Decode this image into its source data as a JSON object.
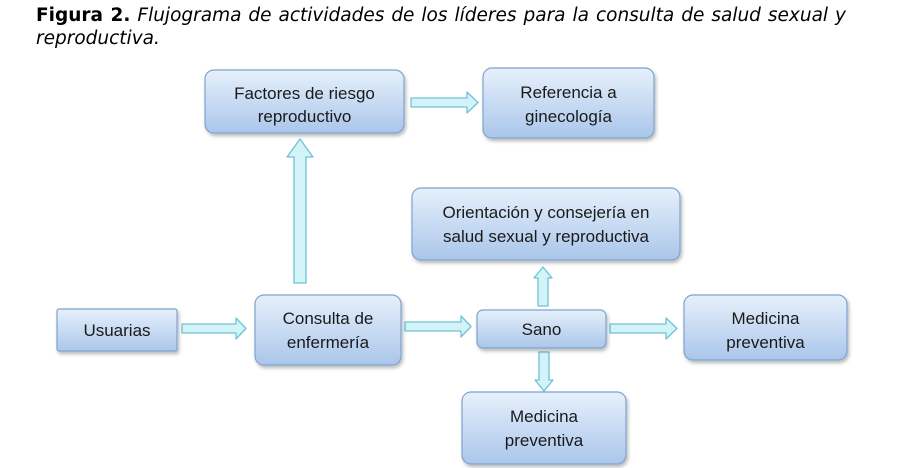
{
  "caption": {
    "label": "Figura 2.",
    "text": "Flujograma de actividades de los líderes para la consulta de salud sexual y reproductiva."
  },
  "nodes": {
    "factores": {
      "line1": "Factores de riesgo",
      "line2": "reproductivo"
    },
    "referencia": {
      "line1": "Referencia a",
      "line2": "ginecología"
    },
    "orientacion": {
      "line1": "Orientación y consejería en",
      "line2": "salud sexual y reproductiva"
    },
    "usuarias": {
      "line1": "Usuarias"
    },
    "consulta": {
      "line1": "Consulta de",
      "line2": "enfermería"
    },
    "sano": {
      "line1": "Sano"
    },
    "medicina_right": {
      "line1": "Medicina",
      "line2": "preventiva"
    },
    "medicina_bottom": {
      "line1": "Medicina",
      "line2": "preventiva"
    }
  },
  "colors": {
    "box_top": "#e6f0fb",
    "box_bottom": "#aac6ea",
    "box_border": "#7ea3cf",
    "arrow_fill": "#d2f3f8",
    "arrow_stroke": "#6fc3d5"
  }
}
